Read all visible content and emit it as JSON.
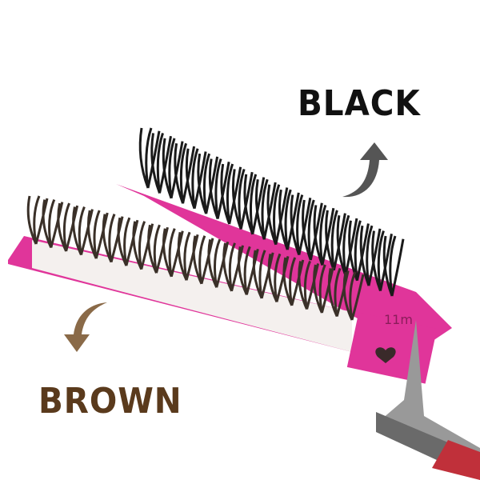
{
  "labels": {
    "black": "BLACK",
    "brown": "BROWN"
  },
  "tape_text": "11m",
  "colors": {
    "tape": "#e0359a",
    "black_lash": "#1a1a1a",
    "brown_lash": "#3a3028",
    "black_arrow": "#555555",
    "brown_arrow": "#8a6a48",
    "brown_text": "#5a3a1c"
  },
  "icons": [
    "heart-icon",
    "curved-arrow-up-icon",
    "curved-arrow-down-icon",
    "tweezers"
  ]
}
